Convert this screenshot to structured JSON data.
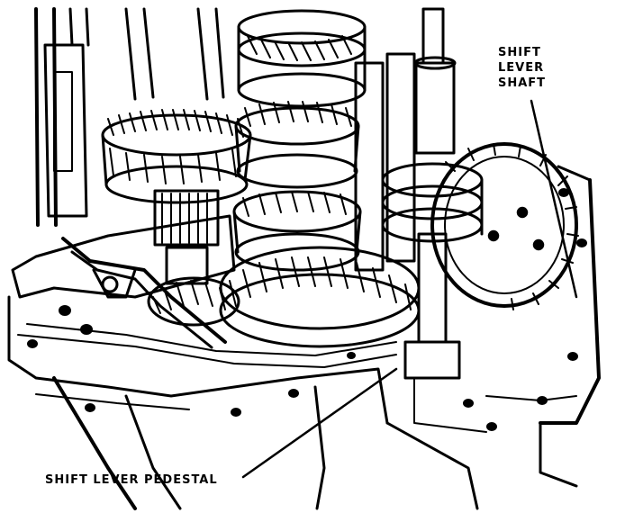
{
  "labels": {
    "shift_lever_shaft": [
      "SHIFT",
      "LEVER",
      "SHAFT"
    ],
    "shift_lever_pedestal": "SHIFT LEVER PEDESTAL"
  },
  "colors": {
    "ink": "#000000",
    "paper": "#ffffff"
  }
}
